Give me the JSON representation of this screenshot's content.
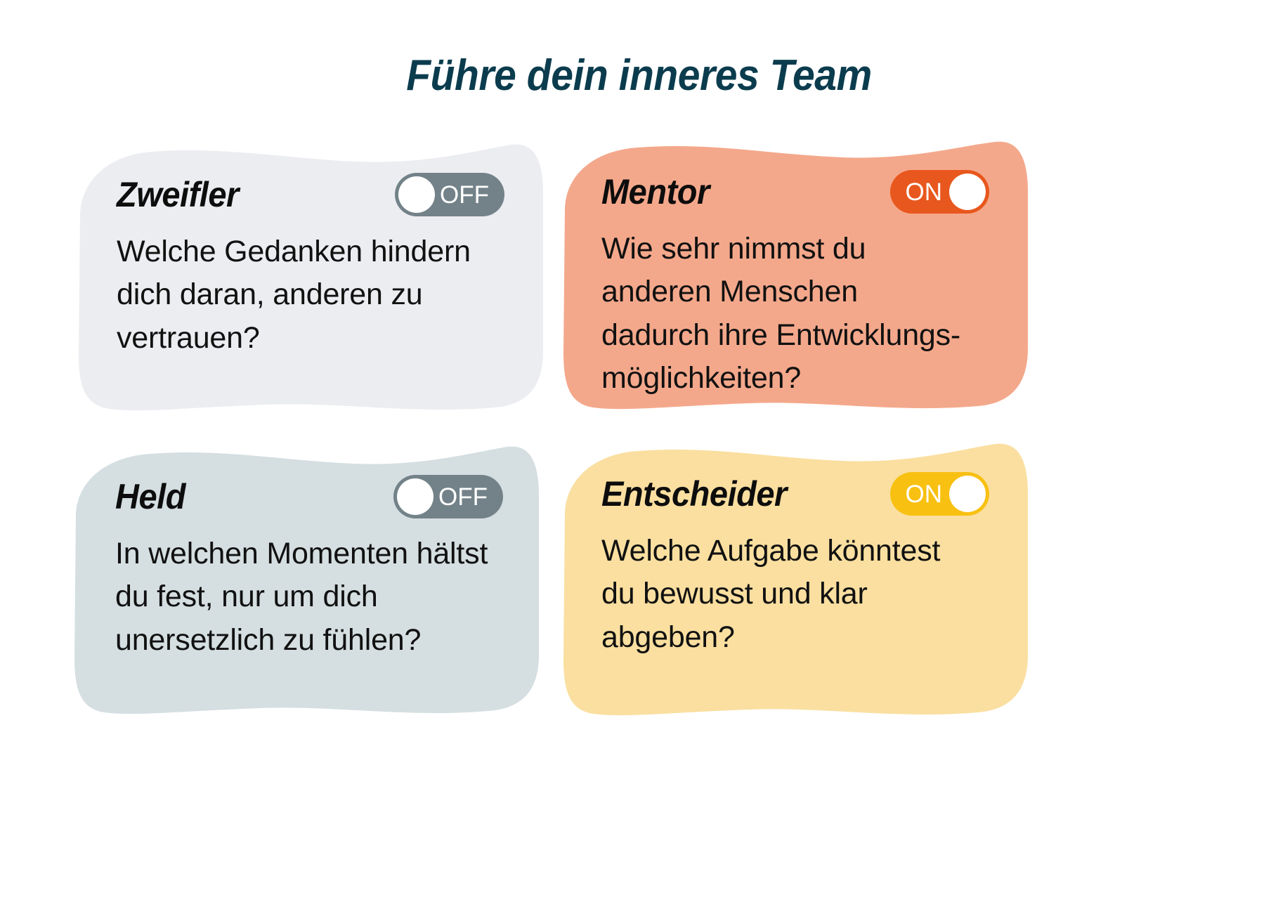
{
  "page": {
    "title": "Führe dein inneres Team",
    "title_color": "#0b3c4e",
    "background": "#ffffff"
  },
  "cards": [
    {
      "id": "zweifler",
      "name": "Zweifler",
      "question": "Welche Gedanken hindern\ndich daran, anderen zu\nvertrauen?",
      "card_color": "#ecedf1",
      "toggle": {
        "state": "OFF",
        "label": "OFF",
        "track_color": "#738289",
        "knob_color": "#ffffff",
        "knob_side": "left"
      }
    },
    {
      "id": "mentor",
      "name": "Mentor",
      "question": "Wie sehr nimmst du\nanderen Menschen\ndadurch ihre Entwicklungs-\nmöglichkeiten?",
      "card_color": "#f4a88b",
      "toggle": {
        "state": "ON",
        "label": "ON",
        "track_color": "#e8571d",
        "knob_color": "#ffffff",
        "knob_side": "right"
      }
    },
    {
      "id": "held",
      "name": "Held",
      "question": "In welchen Momenten hältst\ndu fest, nur um dich\nunersetzlich zu fühlen?",
      "card_color": "#d5dee1",
      "toggle": {
        "state": "OFF",
        "label": "OFF",
        "track_color": "#738289",
        "knob_color": "#ffffff",
        "knob_side": "left"
      }
    },
    {
      "id": "entscheider",
      "name": "Entscheider",
      "question": "Welche Aufgabe könntest\ndu bewusst und klar\nabgeben?",
      "card_color": "#fadfa0",
      "toggle": {
        "state": "ON",
        "label": "ON",
        "track_color": "#f8c011",
        "knob_color": "#ffffff",
        "knob_side": "right"
      }
    }
  ]
}
